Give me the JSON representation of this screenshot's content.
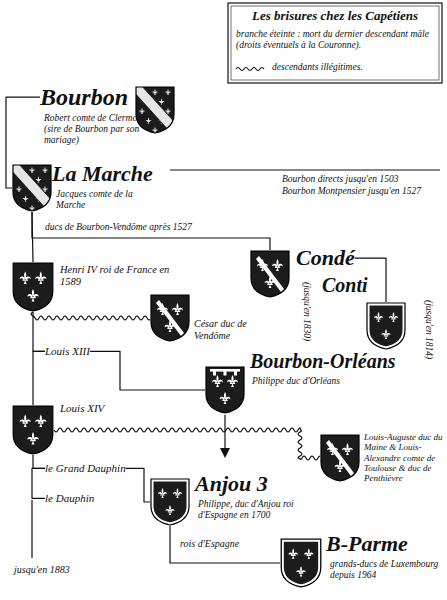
{
  "diagram": {
    "title": "Les brisures chez les Capétiens",
    "nodes": [
      {
        "text": [
          "Bourbon",
          "Robert comte de Clermont (sire de Bourbon par son mariage)"
        ]
      },
      {
        "text": [
          "La Marche",
          "Jacques comte de la Marche"
        ]
      },
      {
        "text": [
          "Condé"
        ]
      },
      {
        "text": [
          "Conti"
        ]
      },
      {
        "text": [
          "Henri IV roi de France en 1589"
        ]
      },
      {
        "text": [
          "César duc de Vendôme"
        ]
      },
      {
        "text": [
          "Louis XIII"
        ]
      },
      {
        "text": [
          "Bourbon-Orléans",
          "Philippe duc d'Orléans"
        ]
      },
      {
        "text": [
          "Louis XIV"
        ]
      },
      {
        "text": [
          "le Grand Dauphin"
        ]
      },
      {
        "text": [
          "Louis-Auguste duc du Maine & Louis-Alexandre comte de Toulouse & duc de Penthièvre"
        ]
      },
      {
        "text": [
          "le Dauphin"
        ]
      },
      {
        "text": [
          "Anjou 3",
          "Philippe, duc d'Anjou roi d'Espagne en 1700"
        ]
      },
      {
        "text": [
          "B-Parme",
          "grands-ducs de Luxembourg depuis 1964"
        ]
      }
    ],
    "edges": [
      {
        "from": 0,
        "to": 1,
        "arrow": "none"
      },
      {
        "from": 1,
        "to": 4,
        "arrow": "none"
      },
      {
        "from": 1,
        "to": 2,
        "arrow": "none"
      },
      {
        "from": 2,
        "to": 3,
        "arrow": "none"
      },
      {
        "from": 4,
        "to": 5,
        "arrow": "none"
      },
      {
        "from": 4,
        "to": 6,
        "arrow": "none"
      },
      {
        "from": 6,
        "to": 7,
        "arrow": "none"
      },
      {
        "from": 6,
        "to": 8,
        "arrow": "none"
      },
      {
        "from": 8,
        "to": 9,
        "arrow": "none"
      },
      {
        "from": 8,
        "to": 10,
        "arrow": "none"
      },
      {
        "from": 9,
        "to": 11,
        "arrow": "none"
      },
      {
        "from": 9,
        "to": 12,
        "arrow": "none"
      },
      {
        "from": 12,
        "to": 13,
        "arrow": "none"
      }
    ],
    "labels": [
      "Bourbon directs jusqu'en 1503",
      "Bourbon Montpensier jusqu'en 1527",
      "ducs de Bourbon-Vendôme après 1527",
      "(jusqu'en 1830)",
      "(jusqu'en 1814)",
      "jusqu'en 1883",
      "rois d'Espagne"
    ],
    "legend": [
      {
        "text": "branche éteinte : mort du dernier descendant mâle (droits éventuels à la Couronne)."
      },
      {
        "text": "descendants illégitimes."
      }
    ]
  }
}
